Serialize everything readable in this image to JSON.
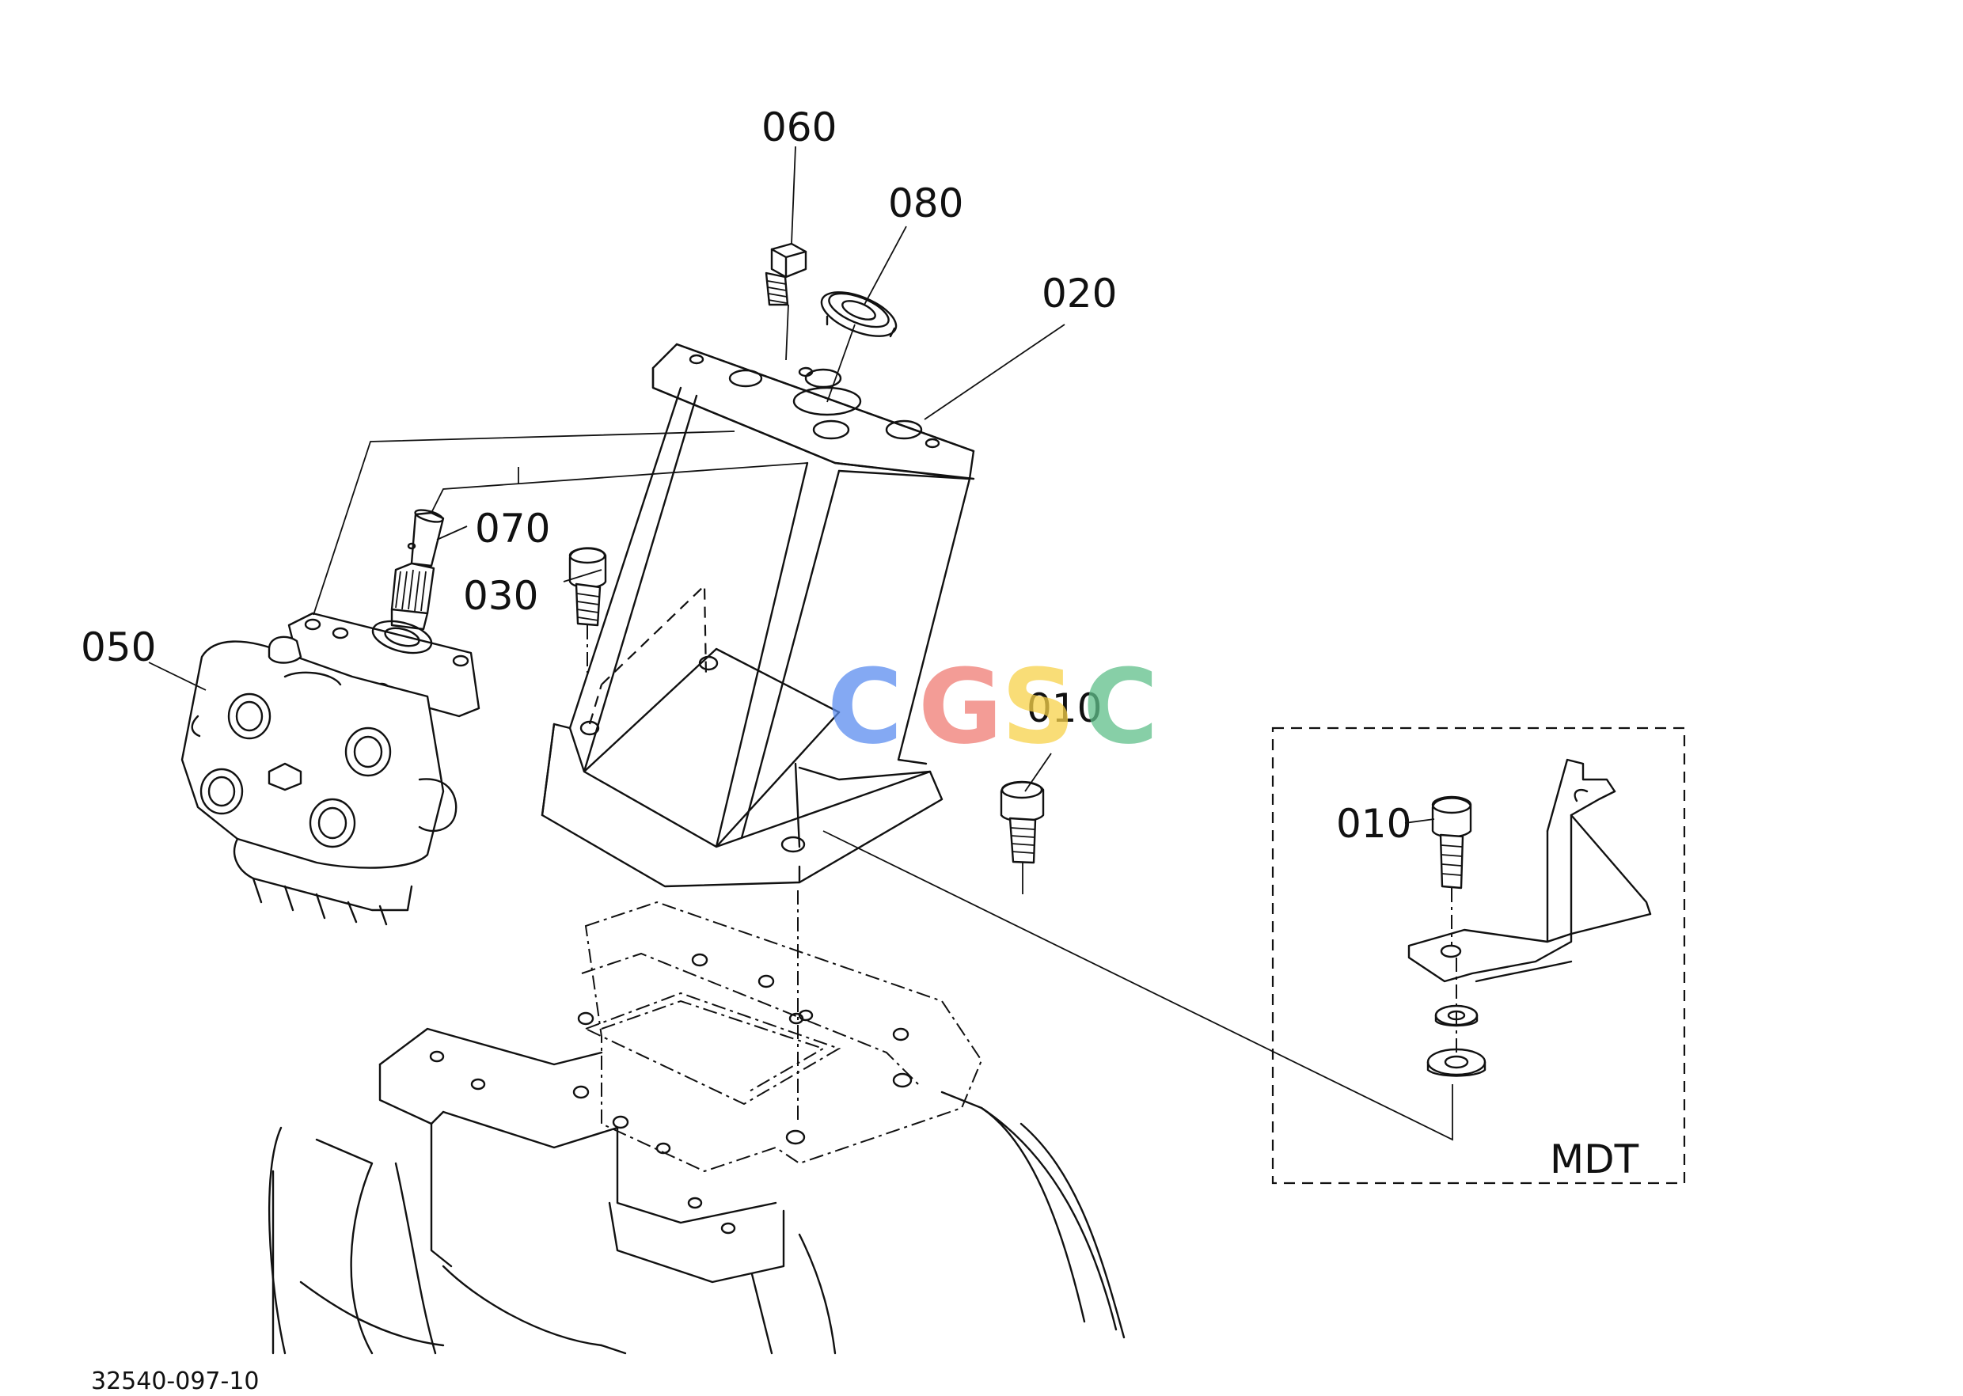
{
  "callouts": {
    "c060": "060",
    "c080": "080",
    "c020": "020",
    "c070": "070",
    "c030": "030",
    "c050": "050",
    "c010a": "010",
    "c010b": "010"
  },
  "inset": {
    "label": "MDT"
  },
  "drawing_number": "32540-097-10",
  "watermark": {
    "letters": [
      "C",
      "G",
      "S",
      "C"
    ],
    "colors": [
      "#5b8def",
      "#ef7b73",
      "#f7d24a",
      "#5fbf8a"
    ]
  }
}
